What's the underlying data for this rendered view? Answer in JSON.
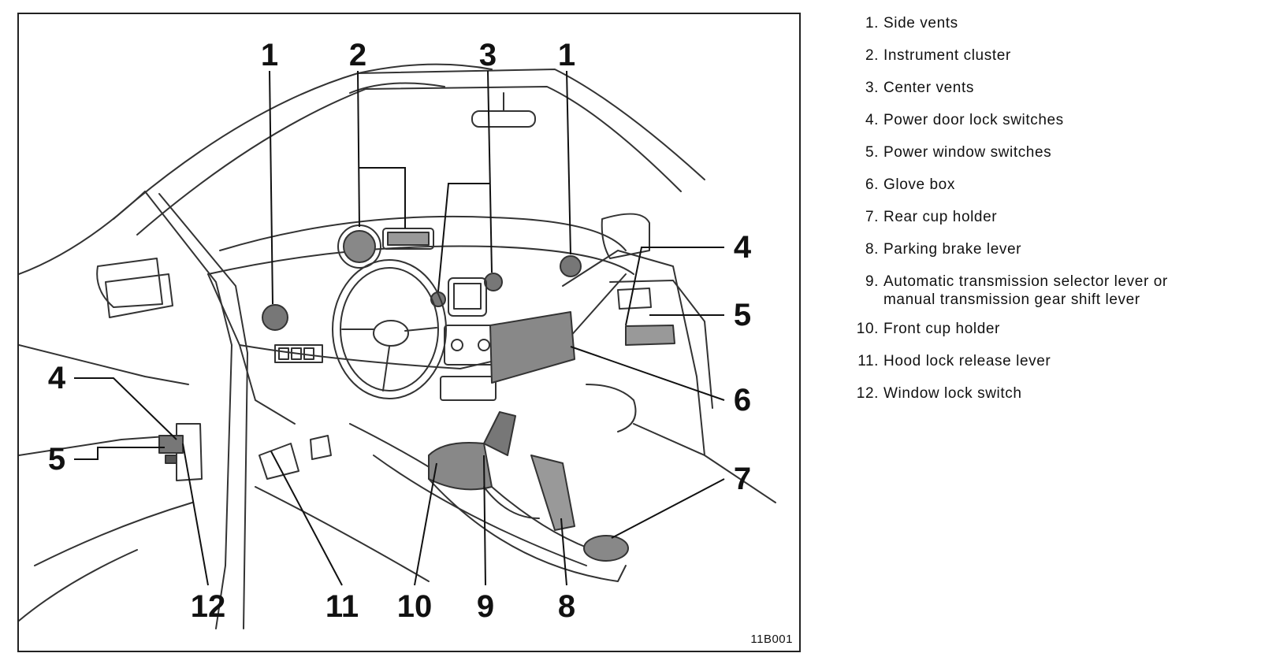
{
  "figure": {
    "code": "11B001",
    "callouts": [
      {
        "id": "c1a",
        "label": "1"
      },
      {
        "id": "c2",
        "label": "2"
      },
      {
        "id": "c3",
        "label": "3"
      },
      {
        "id": "c1b",
        "label": "1"
      },
      {
        "id": "c4r",
        "label": "4"
      },
      {
        "id": "c5r",
        "label": "5"
      },
      {
        "id": "c6",
        "label": "6"
      },
      {
        "id": "c7",
        "label": "7"
      },
      {
        "id": "c4l",
        "label": "4"
      },
      {
        "id": "c5l",
        "label": "5"
      },
      {
        "id": "c12",
        "label": "12"
      },
      {
        "id": "c11",
        "label": "11"
      },
      {
        "id": "c10",
        "label": "10"
      },
      {
        "id": "c9",
        "label": "9"
      },
      {
        "id": "c8",
        "label": "8"
      }
    ]
  },
  "legend": [
    {
      "num": "1.",
      "text": "Side vents"
    },
    {
      "num": "2.",
      "text": "Instrument cluster"
    },
    {
      "num": "3.",
      "text": "Center vents"
    },
    {
      "num": "4.",
      "text": "Power door lock switches"
    },
    {
      "num": "5.",
      "text": "Power window switches"
    },
    {
      "num": "6.",
      "text": "Glove box"
    },
    {
      "num": "7.",
      "text": "Rear cup holder"
    },
    {
      "num": "8.",
      "text": "Parking brake lever"
    },
    {
      "num": "9.",
      "text": "Automatic transmission selector lever or",
      "text2": "manual transmission gear shift lever"
    },
    {
      "num": "10.",
      "text": "Front cup holder"
    },
    {
      "num": "11.",
      "text": "Hood lock release lever"
    },
    {
      "num": "12.",
      "text": "Window lock switch"
    }
  ]
}
